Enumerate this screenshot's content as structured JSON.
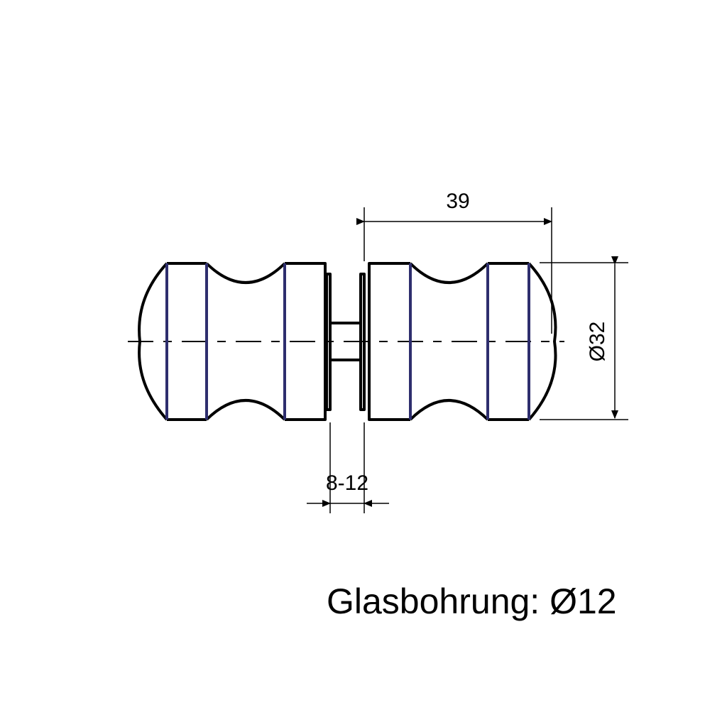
{
  "dimensions": {
    "length": "39",
    "diameter": "Ø32",
    "glass_thickness": "8-12"
  },
  "caption": "Glasbohrung: Ø12",
  "colors": {
    "outline": "#000000",
    "ring_lines": "#2e2e6e"
  }
}
